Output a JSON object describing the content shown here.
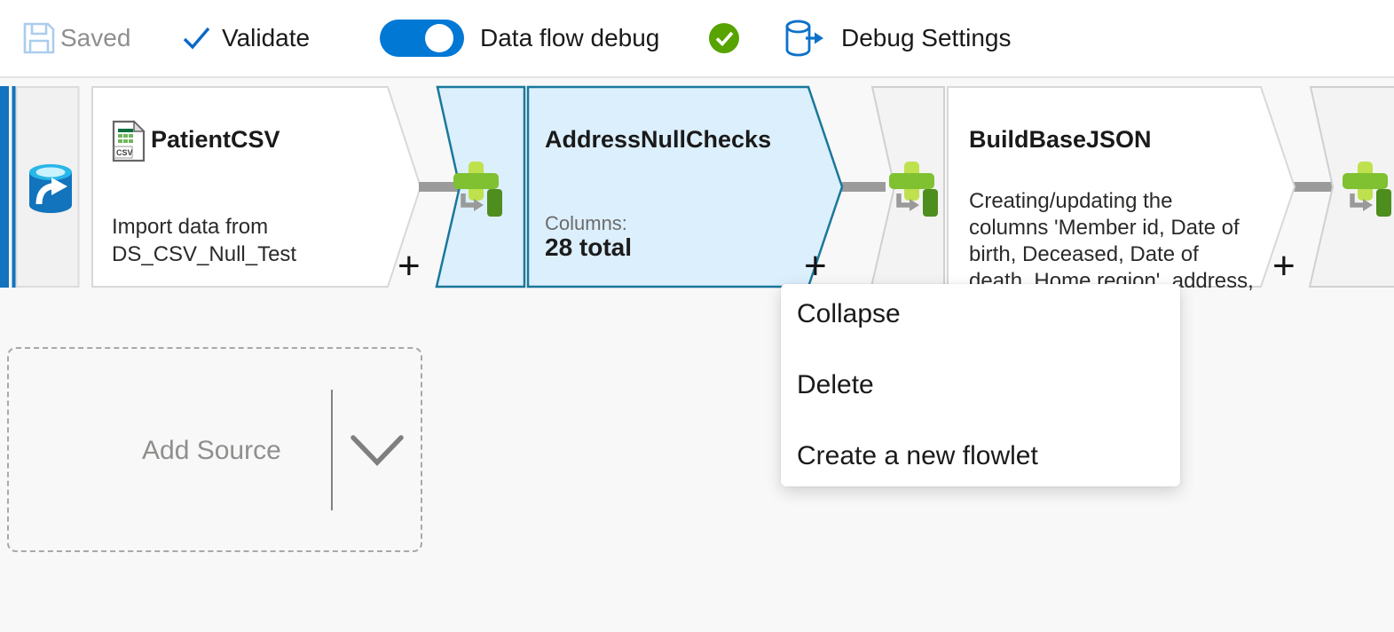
{
  "toolbar": {
    "saved": "Saved",
    "validate": "Validate",
    "data_flow_debug": "Data flow debug",
    "debug_settings": "Debug Settings"
  },
  "flow": {
    "plus": "+",
    "patient_csv": {
      "title": "PatientCSV",
      "description": "Import data from DS_CSV_Null_Test"
    },
    "address_null_checks": {
      "title": "AddressNullChecks",
      "columns_label": "Columns:",
      "columns_value": "28 total"
    },
    "build_base_json": {
      "title": "BuildBaseJSON",
      "description": "Creating/updating the columns 'Member id, Date of birth, Deceased, Date of death, Home region', address,"
    }
  },
  "context_menu": {
    "items": [
      "Collapse",
      "Delete",
      "Create a new flowlet"
    ]
  },
  "add_source": {
    "label": "Add Source"
  },
  "icons": {
    "save": "floppy-disk-outline",
    "validate": "checkmark",
    "debug_ready": "check-circle",
    "debug_settings": "database-arrow-right",
    "dataset": "database-arrow",
    "transform": "derived-column-plus",
    "csv_file": "csv-document",
    "add_source_chevron": "chevron-down"
  },
  "colors": {
    "accent_blue": "#0078d4",
    "debug_ready_green": "#57a300",
    "selected_node_fill": "#dceffc",
    "selected_node_border": "#19789b",
    "connector_gray": "#9b9b9b",
    "canvas_bg": "#f8f8f8"
  }
}
